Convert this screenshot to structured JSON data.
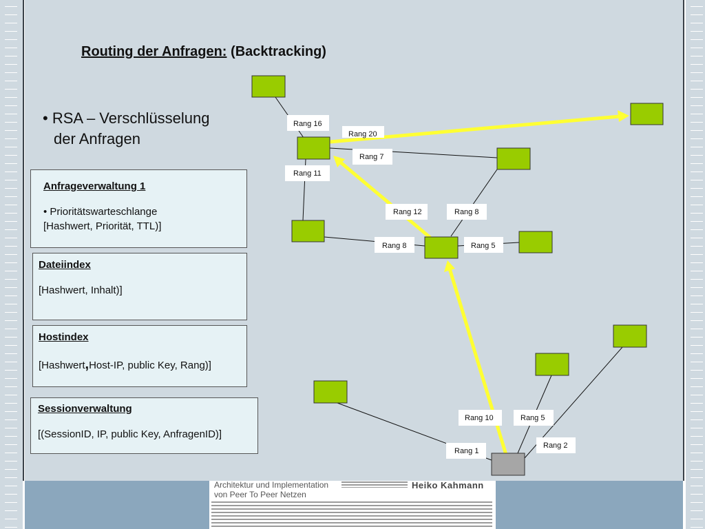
{
  "title": {
    "underlined": "Routing der Anfragen:",
    "rest": "(Backtracking)"
  },
  "bullet": {
    "line1": "• RSA – Verschlüsselung",
    "line2": "der Anfragen"
  },
  "boxes": {
    "anfrageverwaltung": {
      "header": "Anfrageverwaltung 1",
      "line1": "• Prioritätswarteschlange",
      "line2": "[Hashwert, Priorität, TTL)]"
    },
    "dateiindex": {
      "header": "Dateiindex",
      "line1": "[Hashwert, Inhalt)]"
    },
    "hostindex": {
      "header": "Hostindex",
      "line1_a": "[Hashwert",
      "line1_b": ",",
      "line1_c": "Host-IP, public Key, Rang)]"
    },
    "sessionverwaltung": {
      "header": "Sessionverwaltung",
      "line1": "[(SessionID, IP, public Key, AnfragenID)]"
    }
  },
  "diagram": {
    "labels": {
      "rang16": "Rang 16",
      "rang20": "Rang 20",
      "rang7": "Rang 7",
      "rang11": "Rang 11",
      "rang12": "Rang 12",
      "rang8_top": "Rang 8",
      "rang8_left": "Rang 8",
      "rang5_mid": "Rang 5",
      "rang10": "Rang 10",
      "rang5_low": "Rang 5",
      "rang2": "Rang 2",
      "rang1": "Rang 1"
    },
    "colors": {
      "node": "#99cc00",
      "start_node": "#a6a6a6",
      "path": "#ffff33"
    }
  },
  "footer": {
    "line1": "Architektur und Implementation",
    "line2": "von Peer To Peer Netzen",
    "author": "Heiko Kahmann"
  }
}
